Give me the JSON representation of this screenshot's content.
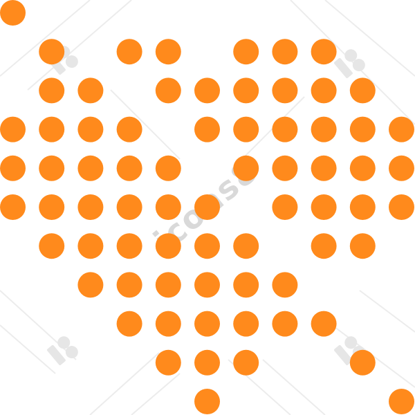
{
  "illustration": {
    "dot_color": "#ff8a1c",
    "grid": {
      "columns": 11,
      "rows": 11
    },
    "rows": [
      [
        0
      ],
      [
        1,
        3,
        4,
        6,
        7,
        8
      ],
      [
        1,
        2,
        4,
        5,
        6,
        7,
        8,
        9
      ],
      [
        0,
        1,
        2,
        3,
        5,
        6,
        7,
        8,
        9,
        10
      ],
      [
        0,
        1,
        2,
        3,
        4,
        6,
        7,
        8,
        9,
        10
      ],
      [
        0,
        1,
        2,
        3,
        4,
        5,
        7,
        8,
        9,
        10
      ],
      [
        1,
        2,
        3,
        4,
        5,
        6,
        8,
        9
      ],
      [
        2,
        3,
        4,
        5,
        6,
        7
      ],
      [
        3,
        4,
        5,
        6,
        7,
        8
      ],
      [
        4,
        5,
        6,
        9
      ],
      [
        5,
        10
      ]
    ]
  },
  "watermark": {
    "text": "icons8",
    "color": "#d9d9d9",
    "line_color": "#ececec",
    "mark_color": "#e6e6e6"
  }
}
